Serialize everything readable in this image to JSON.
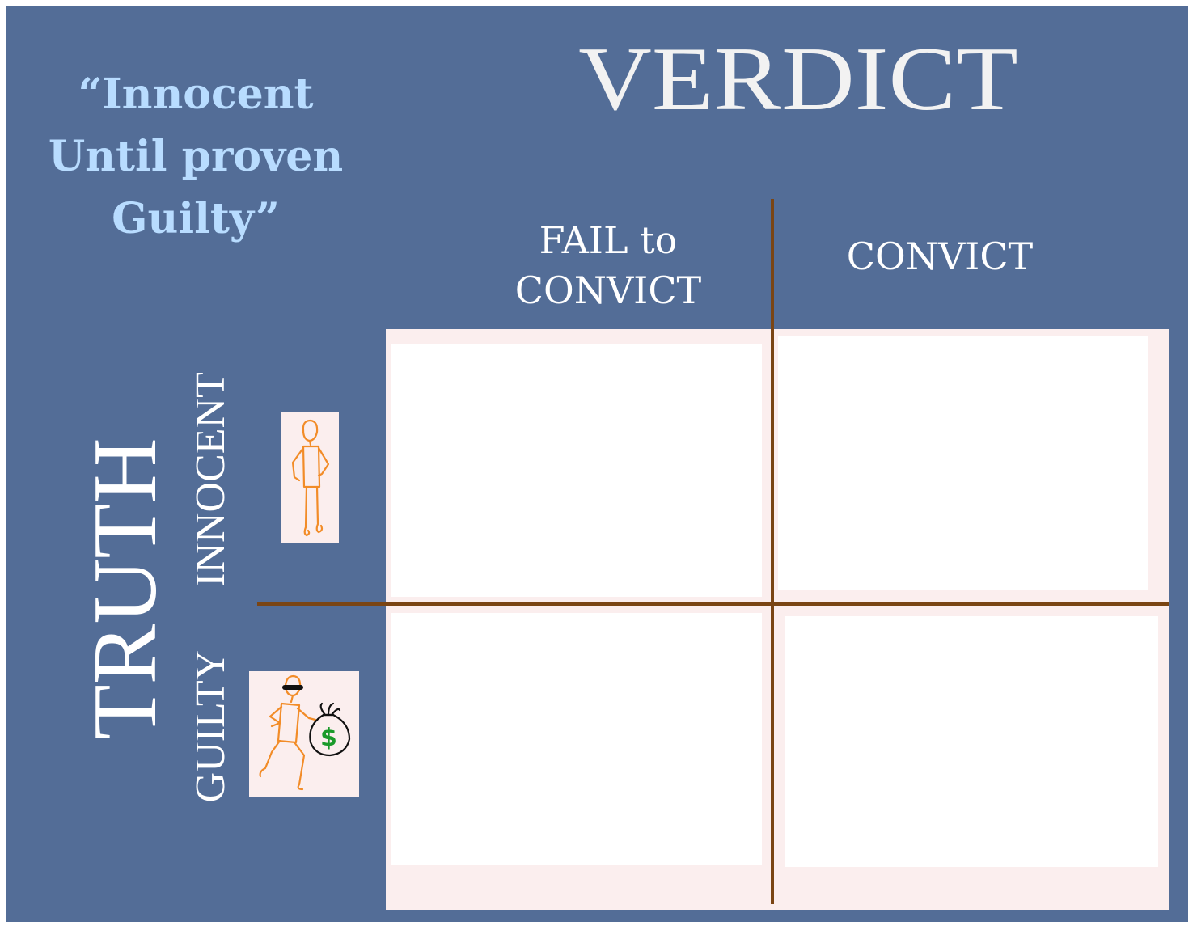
{
  "quote": {
    "line1": "“Innocent",
    "line2": "Until proven",
    "line3": "Guilty”"
  },
  "header": {
    "title": "VERDICT"
  },
  "columns": {
    "fail_line1": "FAIL to",
    "fail_line2": "CONVICT",
    "convict": "CONVICT"
  },
  "rows": {
    "axis_label": "TRUTH",
    "innocent": "INNOCENT",
    "guilty": "GUILTY"
  },
  "figures": {
    "innocent_icon": "stick-figure-standing-icon",
    "guilty_icon": "stick-figure-running-with-money-bag-icon",
    "money_symbol": "$"
  },
  "colors": {
    "background": "#536d97",
    "quote_text": "#b8dcff",
    "grid_lines": "#7a4514",
    "figure_stroke": "#f28c28",
    "money": "#1a9a2a"
  }
}
